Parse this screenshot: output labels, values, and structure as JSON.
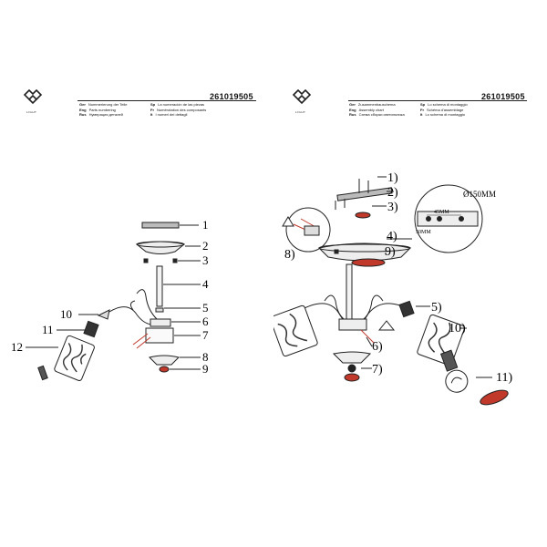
{
  "left_sheet": {
    "product_code": "261019505",
    "logo_caption": "LIGHT",
    "header_rows": [
      {
        "a_code": "Ger",
        "a_text": "Nummerierung der Teile",
        "b_code": "Sp",
        "b_text": "La numeración de las piezas"
      },
      {
        "a_code": "Eng",
        "a_text": "Parts numbering",
        "b_code": "Fr",
        "b_text": "Numérotation des composants"
      },
      {
        "a_code": "Rus",
        "a_text": "Нумерация деталей",
        "b_code": "It",
        "b_text": "I numeri dei dettagli"
      }
    ],
    "part_numbers": [
      "1",
      "2",
      "3",
      "4",
      "5",
      "6",
      "7",
      "8",
      "9",
      "10",
      "11",
      "12"
    ]
  },
  "right_sheet": {
    "product_code": "261019505",
    "logo_caption": "LIGHT",
    "header_rows": [
      {
        "a_code": "Ger",
        "a_text": "Zusammenbauschema",
        "b_code": "Sp",
        "b_text": "Lo schema di montaggio"
      },
      {
        "a_code": "Eng",
        "a_text": "Assembly chart",
        "b_code": "Fr",
        "b_text": "Schéma d'assemblage"
      },
      {
        "a_code": "Rus",
        "a_text": "Схема сборки светильника",
        "b_code": "It",
        "b_text": "Lo schema di montaggio"
      }
    ],
    "step_labels": [
      "1)",
      "2)",
      "3)",
      "4)",
      "5)",
      "6)",
      "7)",
      "8)",
      "9)",
      "10)",
      "11)"
    ],
    "diameter_label": "Ø150MM",
    "dim_45": "45MM",
    "dim_50": "50MM"
  },
  "colors": {
    "line": "#222222",
    "accent_red": "#c0392b"
  }
}
